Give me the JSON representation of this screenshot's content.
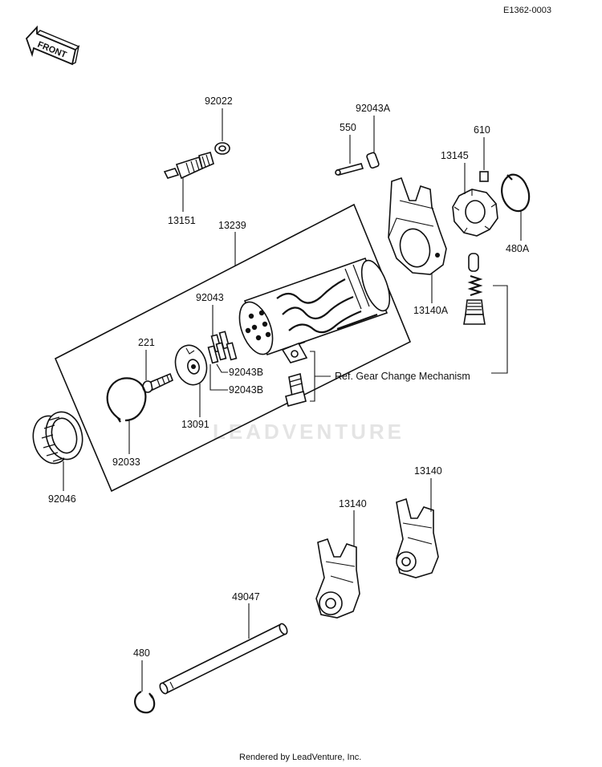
{
  "diagram_code": "E1362-0003",
  "front_label": "FRONT",
  "watermark": "LEADVENTURE",
  "footer": "Rendered by LeadVenture, Inc.",
  "reference_note": "Ref.  Gear Change Mechanism",
  "parts": {
    "p92022": "92022",
    "p13151": "13151",
    "p13239": "13239",
    "p92043A": "92043A",
    "p550": "550",
    "p610": "610",
    "p13145": "13145",
    "p480A": "480A",
    "p13140A": "13140A",
    "p92043": "92043",
    "p221": "221",
    "p92043B_1": "92043B",
    "p92043B_2": "92043B",
    "p13091": "13091",
    "p92033": "92033",
    "p92046": "92046",
    "p13140_right": "13140",
    "p13140_left": "13140",
    "p49047": "49047",
    "p480": "480"
  }
}
